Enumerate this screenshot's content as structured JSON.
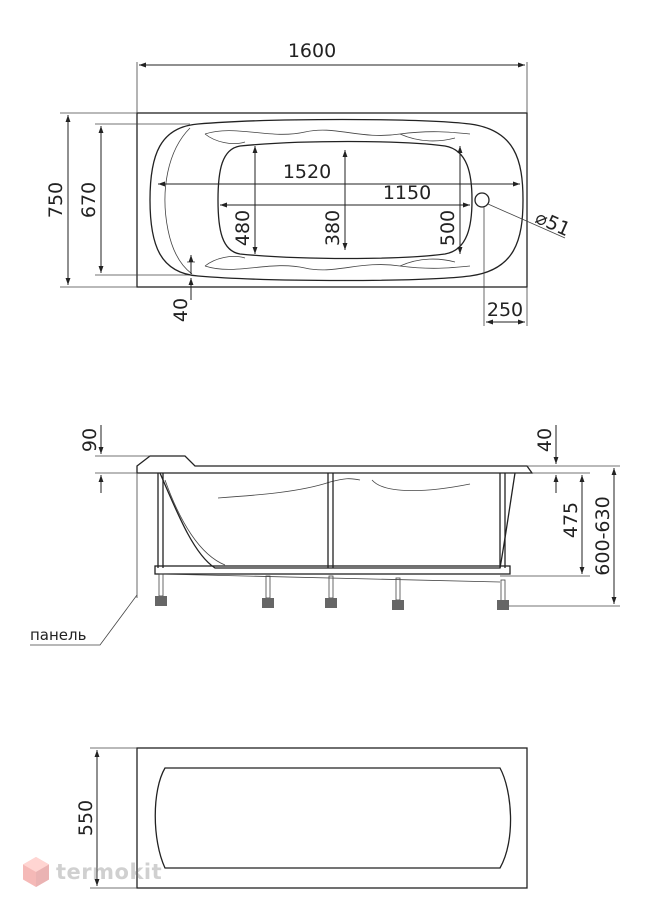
{
  "top_view": {
    "length": "1600",
    "width": "750",
    "inner_width": "670",
    "inner_length": "1520",
    "bottom_length": "1150",
    "head_width": "480",
    "waist_width": "380",
    "foot_width": "500",
    "drain_diameter": "⌀51",
    "rim_offset": "40",
    "drain_offset": "250"
  },
  "side_view": {
    "rim_height": "90",
    "rim_top": "40",
    "depth": "475",
    "total_height": "600-630",
    "panel_label": "панель"
  },
  "panel_view": {
    "panel_height": "550"
  },
  "watermark": {
    "text": "termokit",
    "color": "#e53935"
  }
}
